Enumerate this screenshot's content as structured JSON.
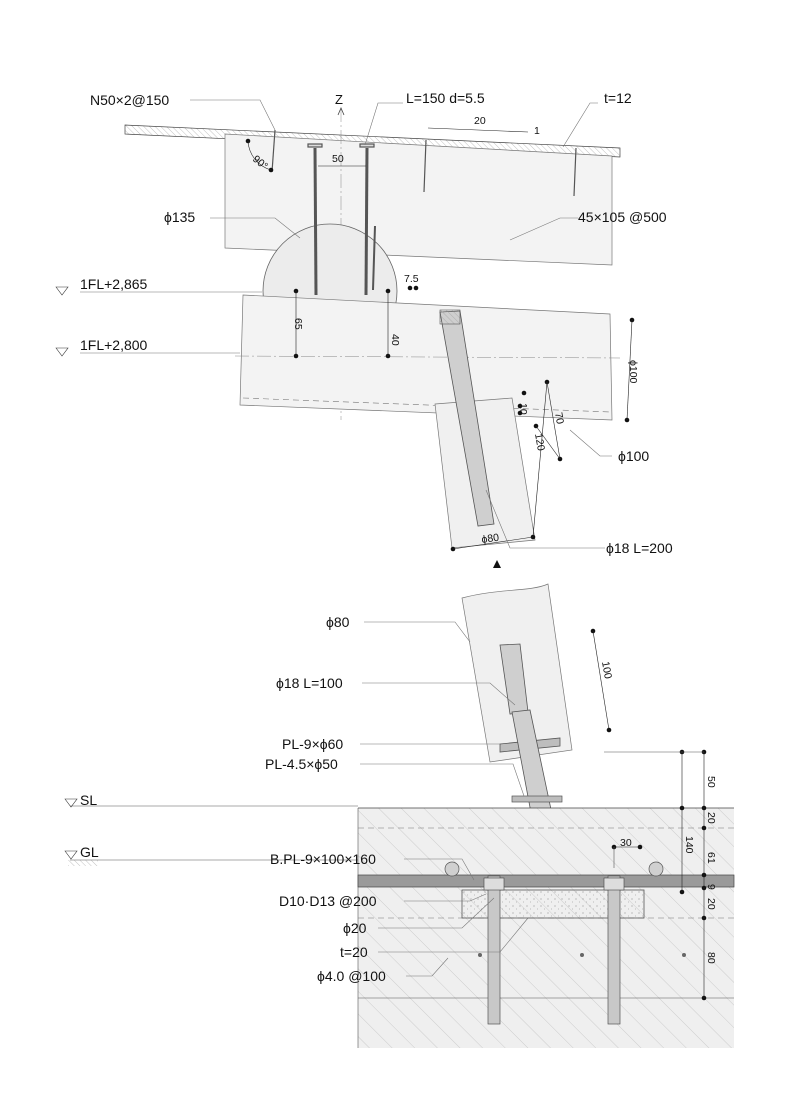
{
  "axis": {
    "z": "Z"
  },
  "labels": {
    "nail": "N50×2@150",
    "screw": "L=150 d=5.5",
    "board": "t=12",
    "slope_run": "20",
    "slope_rise": "1",
    "angle": "90°",
    "spacing50": "50",
    "log135": "ϕ135",
    "joist": "45×105 @500",
    "lv1": "1FL+2,865",
    "lv2": "1FL+2,800",
    "d75": "7.5",
    "d65": "65",
    "d40": "40",
    "beam_dim": "ϕ100",
    "d10": "10",
    "d70": "70",
    "d120": "120",
    "beam_label": "ϕ100",
    "strut_dim": "ϕ80",
    "bolt1": "ϕ18 L=200",
    "post": "ϕ80",
    "d100": "100",
    "bolt2": "ϕ18 L=100",
    "plate1": "PL-9×ϕ60",
    "plate2": "PL-4.5×ϕ50",
    "sl": "SL",
    "gl": "GL",
    "d50": "50",
    "d20a": "20",
    "d140": "140",
    "d61": "61",
    "d9": "9",
    "d20b": "20",
    "d80": "80",
    "d30": "30",
    "baseplate": "B.PL-9×100×160",
    "rebar": "D10·D13 @200",
    "anchor": "ϕ20",
    "mortar": "t=20",
    "mesh": "ϕ4.0 @100"
  }
}
